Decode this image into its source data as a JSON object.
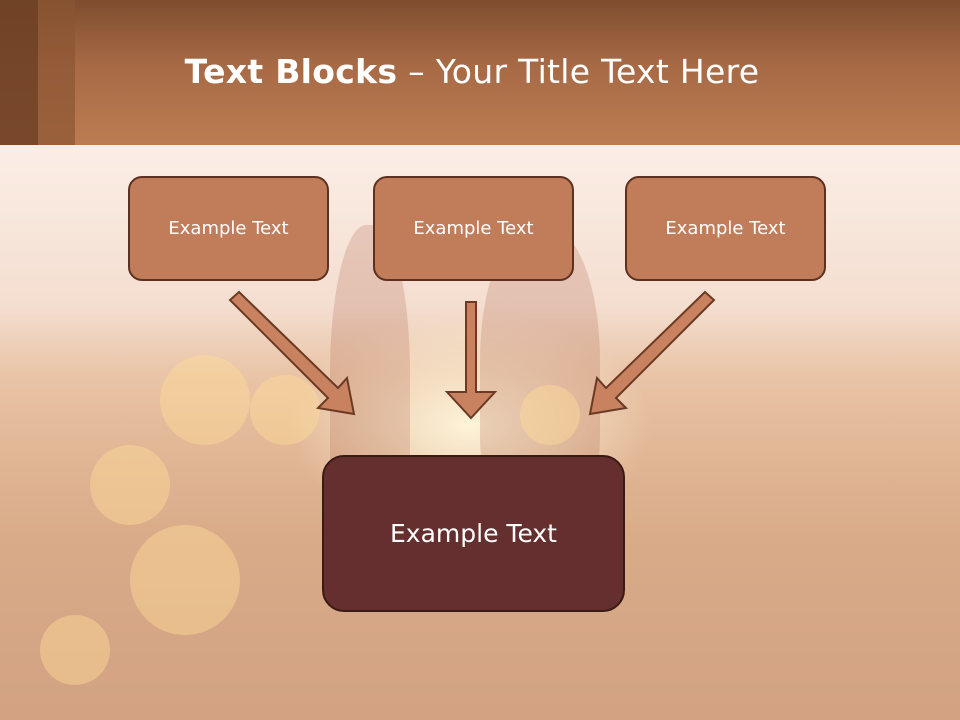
{
  "title": {
    "bold": "Text Blocks",
    "dash": " – ",
    "rest": "Your Title Text Here"
  },
  "blocks": [
    {
      "label": "Example Text"
    },
    {
      "label": "Example Text"
    },
    {
      "label": "Example Text"
    }
  ],
  "main_block": {
    "label": "Example Text"
  },
  "colors": {
    "header": "#bc7c52",
    "block_fill": "#c17c5a",
    "block_border": "#5d3020",
    "main_fill": "#652f2f",
    "arrow_fill": "#c8825f"
  }
}
